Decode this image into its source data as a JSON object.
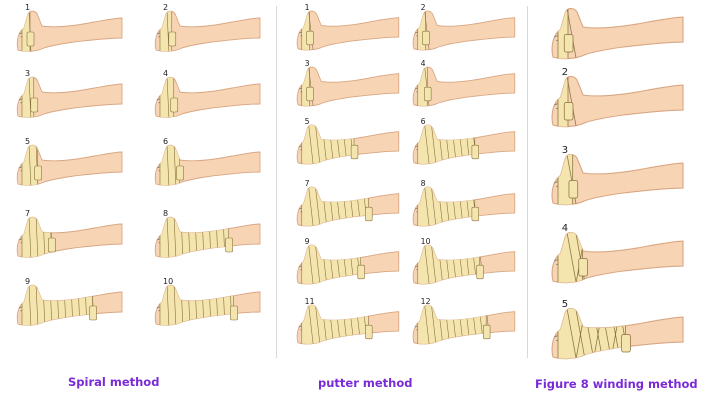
{
  "colors": {
    "skin": "#f7d4b4",
    "skin_outline": "#d9a783",
    "bandage": "#f4e4ae",
    "bandage_line": "#8a7240",
    "toe_hatch": "#777777",
    "caption": "#7a2bd8",
    "number": "#222222"
  },
  "panels": [
    {
      "caption": "Spiral method",
      "steps": [
        {
          "number": "1",
          "coverage": 0.03
        },
        {
          "number": "2",
          "coverage": 0.12
        },
        {
          "number": "3",
          "coverage": 0.12
        },
        {
          "number": "4",
          "coverage": 0.14
        },
        {
          "number": "5",
          "coverage": 0.16
        },
        {
          "number": "6",
          "coverage": 0.2
        },
        {
          "number": "7",
          "coverage": 0.3
        },
        {
          "number": "8",
          "coverage": 0.7
        },
        {
          "number": "9",
          "coverage": 0.72
        },
        {
          "number": "10",
          "coverage": 0.75
        }
      ]
    },
    {
      "caption": "putter method",
      "steps": [
        {
          "number": "1",
          "coverage": 0.05
        },
        {
          "number": "2",
          "coverage": 0.05
        },
        {
          "number": "3",
          "coverage": 0.07
        },
        {
          "number": "4",
          "coverage": 0.1
        },
        {
          "number": "5",
          "coverage": 0.55
        },
        {
          "number": "6",
          "coverage": 0.6
        },
        {
          "number": "7",
          "coverage": 0.7
        },
        {
          "number": "8",
          "coverage": 0.6
        },
        {
          "number": "9",
          "coverage": 0.62
        },
        {
          "number": "10",
          "coverage": 0.65
        },
        {
          "number": "11",
          "coverage": 0.7
        },
        {
          "number": "12",
          "coverage": 0.72
        }
      ]
    },
    {
      "caption": "Figure 8 winding method",
      "steps": [
        {
          "number": "",
          "coverage": 0.05
        },
        {
          "number": "2",
          "coverage": 0.05
        },
        {
          "number": "3",
          "coverage": 0.12
        },
        {
          "number": "4",
          "coverage": 0.2
        },
        {
          "number": "5",
          "coverage": 0.55
        }
      ]
    }
  ]
}
